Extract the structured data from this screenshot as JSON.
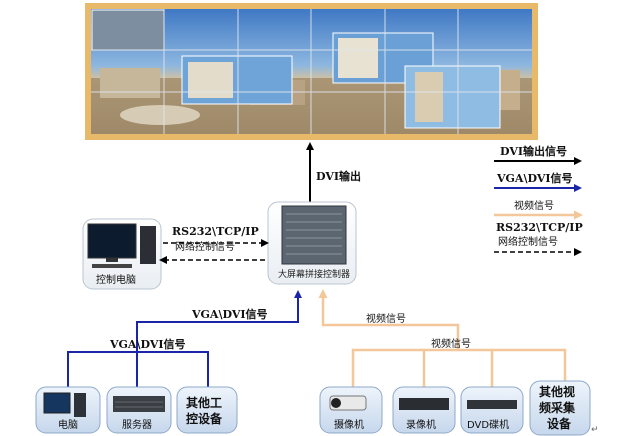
{
  "labels": {
    "dvi_output": "DVI输出",
    "rs232_line1": "RS232\\TCP/IP",
    "rs232_line2": "网络控制信号",
    "vga_dvi_upper": "VGA\\DVI信号",
    "vga_dvi_lower": "VGA\\DVI信号",
    "video_upper": "视频信号",
    "video_lower": "视频信号"
  },
  "legend": {
    "dvi": "DVI输出信号",
    "vga": "VGA\\DVI信号",
    "video": "视频信号",
    "net_line1": "RS232\\TCP/IP",
    "net_line2": "网络控制信号"
  },
  "devices": {
    "control_pc": "控制电脑",
    "controller": "大屏幕拼接控制器",
    "computer": "电脑",
    "server": "服务器",
    "other_ctrl_line1": "其他工",
    "other_ctrl_line2": "控设备",
    "camera": "摄像机",
    "recorder": "录像机",
    "dvd": "DVD碟机",
    "other_video_line1": "其他视",
    "other_video_line2": "频采集",
    "other_video_line3": "设备"
  },
  "colors": {
    "black_line": "#000000",
    "blue_line": "#1a25a8",
    "video_line": "#f4c79a",
    "wall_frame": "#e8b968",
    "device_box_fill": "#dbe6f3",
    "device_box_stroke": "#8da8c8"
  },
  "mark": "↵"
}
